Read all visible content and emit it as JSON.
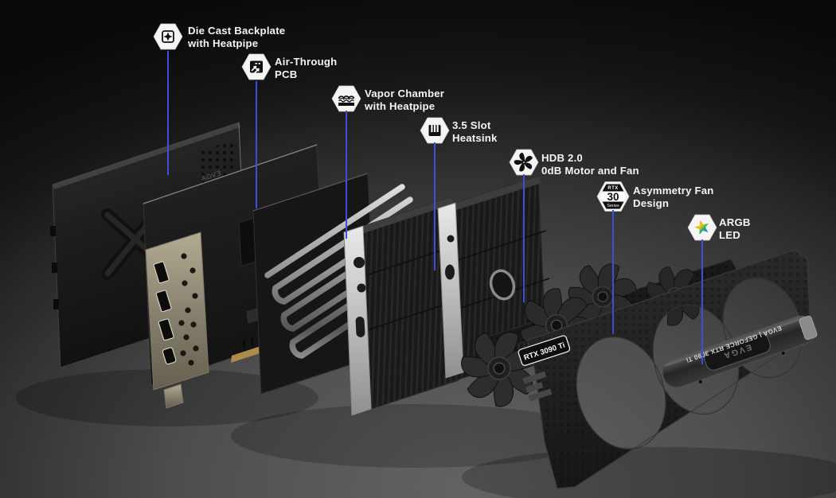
{
  "page": {
    "background_top_color": "#0a0a0a",
    "background_floor_color": "#5e5e5e",
    "accent_line_color": "#3b4fdc",
    "label_color": "#f4f4f4"
  },
  "callouts": [
    {
      "icon": "die-cast-backplate-icon",
      "label_line1": "Die Cast Backplate",
      "label_line2": "with Heatpipe"
    },
    {
      "icon": "air-through-pcb-icon",
      "label_line1": "Air-Through",
      "label_line2": "PCB"
    },
    {
      "icon": "vapor-chamber-icon",
      "label_line1": "Vapor Chamber",
      "label_line2": "with Heatpipe"
    },
    {
      "icon": "heatsink-icon",
      "label_line1": "3.5 Slot",
      "label_line2": "Heatsink"
    },
    {
      "icon": "fan-icon",
      "label_line1": "HDB 2.0",
      "label_line2": "0dB Motor and Fan"
    },
    {
      "icon": "rtx-30-series-badge-icon",
      "label_line1": "Asymmetry Fan",
      "label_line2": "Design"
    },
    {
      "icon": "argb-led-icon",
      "label_line1": "ARGB",
      "label_line2": "LED"
    }
  ],
  "rtx_badge": {
    "top": "RTX",
    "number": "30",
    "bottom": "Series"
  },
  "card": {
    "model_badge": "RTX 3090 Ti",
    "brand_plate": "EVGA",
    "side_bar_text": "EVGA | GEFORCE RTX 3090 Ti",
    "backplate_brand": "EVGA"
  }
}
